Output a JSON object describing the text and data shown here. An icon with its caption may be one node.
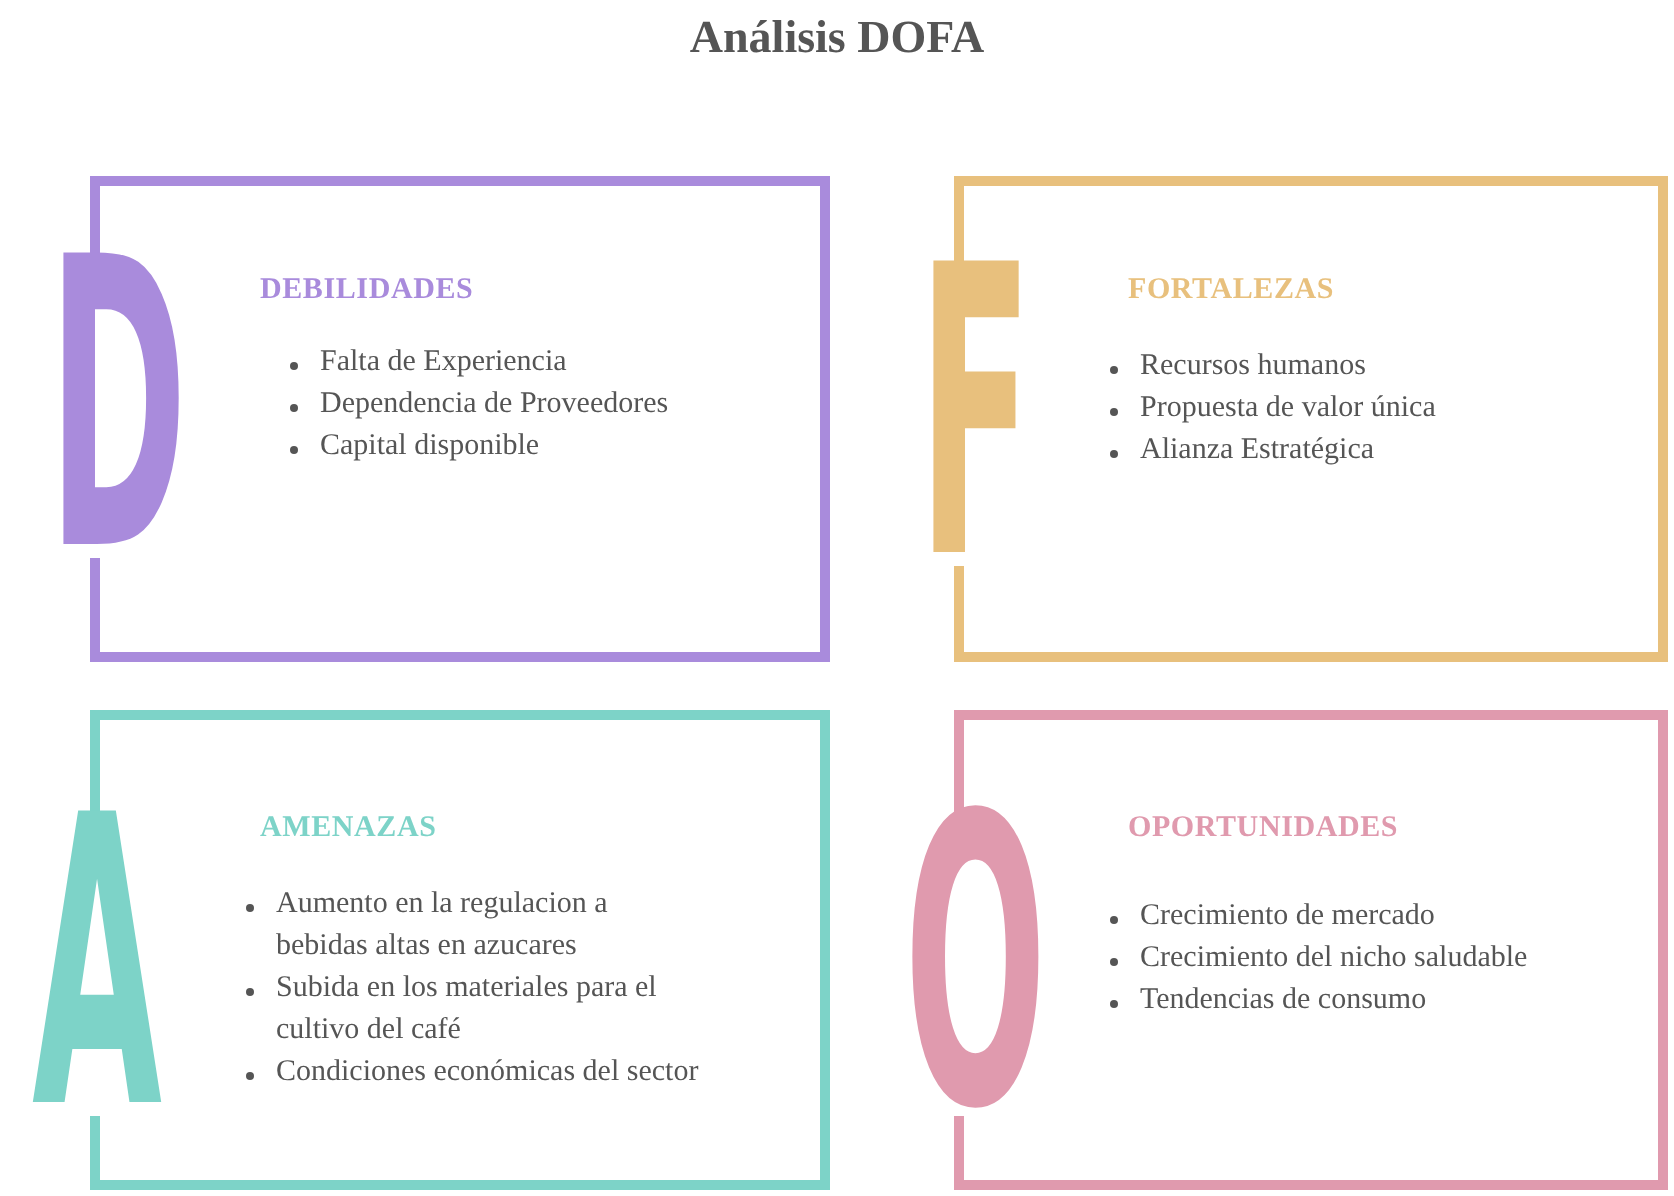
{
  "diagram": {
    "title": "Análisis DOFA",
    "nodes": [
      {
        "text": [
          "D",
          "DEBILIDADES",
          "Falta de Experiencia",
          "Dependencia de Proveedores",
          "Capital disponible"
        ]
      },
      {
        "text": [
          "F",
          "FORTALEZAS",
          "Recursos humanos",
          "Propuesta de valor única",
          "Alianza Estratégica"
        ]
      },
      {
        "text": [
          "A",
          "AMENAZAS",
          "Aumento en la regulacion a bebidas altas en azucares",
          "Subida en los materiales para el cultivo del café",
          "Condiciones económicas del sector"
        ]
      },
      {
        "text": [
          "O",
          "OPORTUNIDADES",
          "Crecimiento de mercado",
          "Crecimiento del nicho saludable",
          "Tendencias de consumo"
        ]
      }
    ],
    "edges": []
  }
}
